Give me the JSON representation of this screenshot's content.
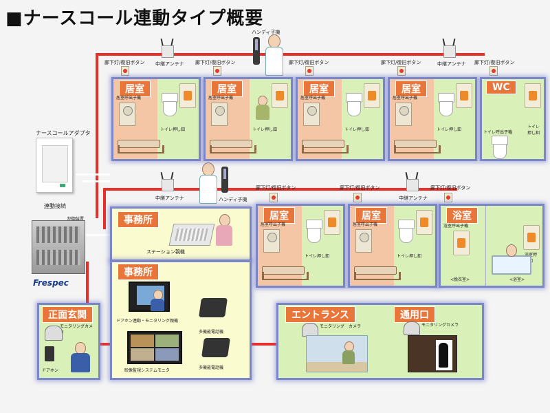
{
  "title": "■ナースコール連動タイプ概要",
  "labels": {
    "adapter": "ナースコールアダプタ",
    "link": "連動接続",
    "controller": "制御装置",
    "brand": "Frespec",
    "handy_top": "ハンディ子機",
    "handy_mid": "ハンディ子機",
    "relay_antenna": "中継アンテナ",
    "ceiling_btn": "廊下灯/復旧ボタン",
    "room_call": "居室呼出子機",
    "toilet_push": "トイレ押し釦",
    "wc_toilet_call": "トイレ呼出子機",
    "wc_toilet_push": "トイレ押し釦",
    "bath_call": "浴室呼出子機",
    "bath_push": "浴室押し釦",
    "changing_room": "<脱衣室>",
    "bathroom": "<浴室>",
    "station": "ステーション親機",
    "door_monitor": "ドアホン連動・モニタリング親機",
    "multi_phone1": "多機能電話機",
    "multi_phone2": "多機能電話機",
    "video_monitor": "映像監視システムモニタ",
    "monitoring_camera": "モニタリングカメラ",
    "doorphone": "ドアホン",
    "monitoring_camera2": "モニタリング　カメラ",
    "monitoring_camera3": "モニタリングカメラ"
  },
  "rooms_top": [
    {
      "label": "居室"
    },
    {
      "label": "居室"
    },
    {
      "label": "居室"
    },
    {
      "label": "居室"
    },
    {
      "label": "WC"
    }
  ],
  "rooms_bottom": [
    {
      "label": "居室"
    },
    {
      "label": "居室"
    },
    {
      "label": "浴室"
    }
  ],
  "panels": {
    "office1": "事務所",
    "office2": "事務所",
    "front": "正面玄関",
    "entrance": "エントランス",
    "service": "通用口"
  },
  "colors": {
    "wire": "#e8302a",
    "room_left": "#f5c6a5",
    "room_right": "#d9f0b8",
    "label_bg": "#e8763a",
    "panel_yellow": "#fbfbd0",
    "border": "#7b86c8"
  }
}
